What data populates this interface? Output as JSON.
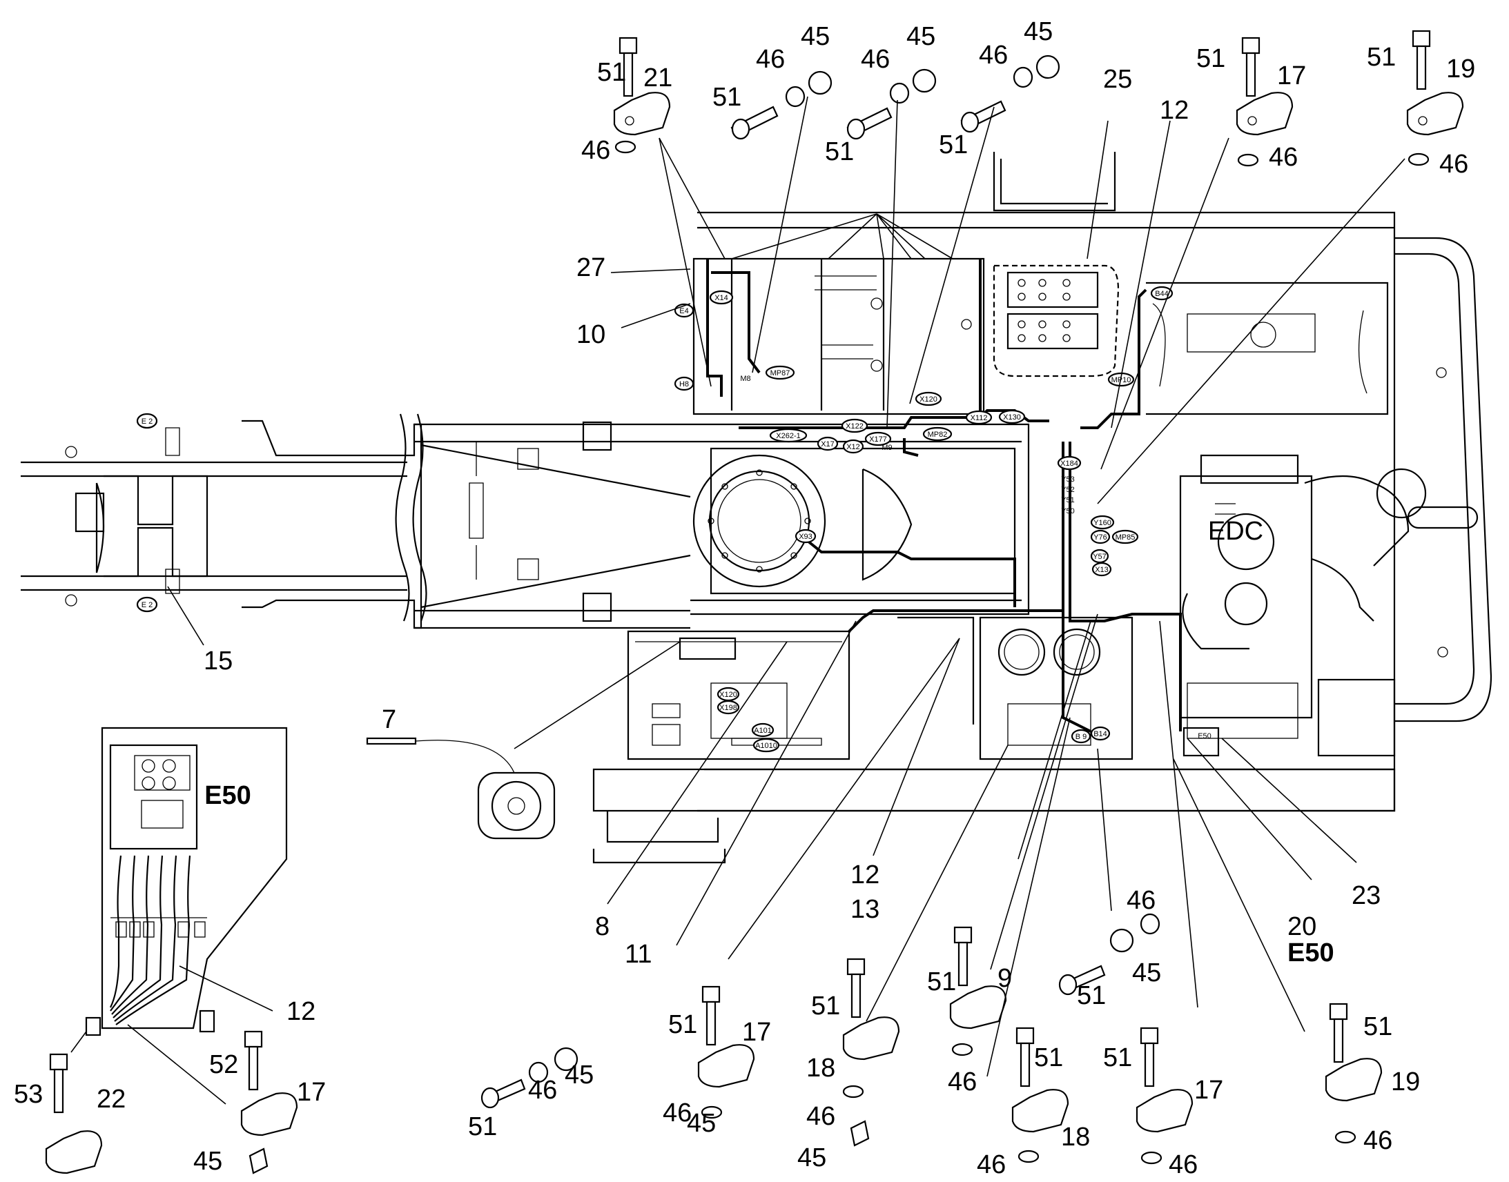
{
  "callouts": {
    "c51a": "51",
    "c21": "21",
    "c46a": "46",
    "c46b": "46",
    "c45a": "45",
    "c51b": "51",
    "c46c": "46",
    "c45b": "45",
    "c51c": "51",
    "c46d": "46",
    "c45c": "45",
    "c51d": "51",
    "c25": "25",
    "c12a": "12",
    "c51e": "51",
    "c17a": "17",
    "c46e": "46",
    "c51f": "51",
    "c19a": "19",
    "c46f": "46",
    "c27": "27",
    "c10": "10",
    "c15": "15",
    "c7": "7",
    "c8": "8",
    "c11": "11",
    "c12b": "12",
    "c13": "13",
    "c46g": "46",
    "c45d": "45",
    "c51g": "51",
    "c9": "9",
    "c20": "20",
    "c23": "23",
    "c51h": "51",
    "c17b": "17",
    "c51i": "51",
    "c18a": "18",
    "c46h": "46",
    "c45e": "45",
    "c51j": "51",
    "c46i": "46",
    "c51k": "51",
    "c18b": "18",
    "c46j": "46",
    "c51l": "51",
    "c17c": "17",
    "c46k": "46",
    "c51m": "51",
    "c19b": "19",
    "c46l": "46",
    "c51n": "51",
    "c46m": "46",
    "c45f": "45",
    "c46n": "46",
    "c45g": "45",
    "c12c": "12",
    "c53": "53",
    "c22": "22",
    "c52": "52",
    "c17d": "17",
    "c45h": "45"
  },
  "detail_titles": {
    "inset": "E50",
    "e50_callout": "E50",
    "engine": "EDC"
  },
  "component_tags": {
    "x14": "X14",
    "e4": "E4",
    "h8": "H8",
    "m8": "M8",
    "mp87": "MP87",
    "x120": "X120",
    "x122": "X122",
    "x262": "X262-1",
    "x17": "X17",
    "x12": "X12",
    "x177": "X177",
    "m9": "M9",
    "mp82": "MP82",
    "x112": "X112",
    "x130": "X130",
    "b44": "B44",
    "mp10": "MP10",
    "x184": "X184",
    "y53": "Y53",
    "y52": "Y52",
    "y51": "Y51",
    "y50": "Y50",
    "y160": "Y160",
    "y76": "Y76",
    "mp85": "MP85",
    "x93": "X93",
    "y57": "Y57",
    "x13": "X13",
    "e2a": "E 2",
    "e2b": "E 2",
    "x120b": "X120",
    "x198": "X198",
    "a101": "A101",
    "a1010": "A1010",
    "b9": "B 9",
    "b14": "B14",
    "e50tag": "E50"
  }
}
